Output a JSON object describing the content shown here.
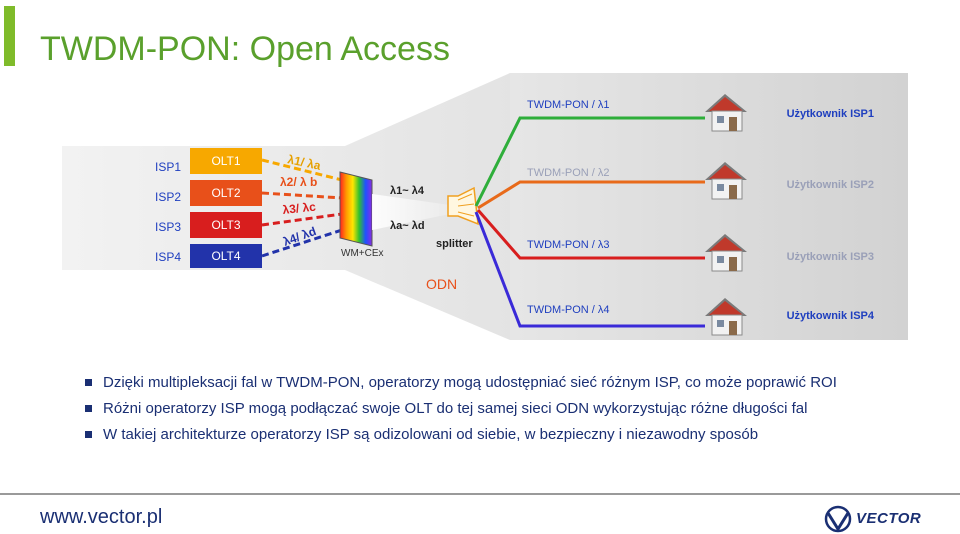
{
  "title": "TWDM-PON: Open Access",
  "diagram": {
    "isp_labels": [
      "ISP1",
      "ISP2",
      "ISP3",
      "ISP4"
    ],
    "olt_labels": [
      "OLT1",
      "OLT2",
      "OLT3",
      "OLT4"
    ],
    "wavelength_labels": [
      "λ1/ λa",
      "λ2/ λ b",
      "λ3/ λc",
      "λ4/ λd"
    ],
    "mux_label": "WM+CEx",
    "trunk_label_top": "λ1~ λ4",
    "trunk_label_bottom": "λa~ λd",
    "splitter_label": "splitter",
    "odn_label": "ODN",
    "pon_labels": [
      "TWDM-PON / λ1",
      "TWDM-PON / λ2",
      "TWDM-PON / λ3",
      "TWDM-PON / λ4"
    ],
    "user_labels": [
      "Użytkownik ISP1",
      "Użytkownik ISP2",
      "Użytkownik ISP3",
      "Użytkownik ISP4"
    ],
    "colors": {
      "isp": "#1f3fbf",
      "olt": [
        "#f7a800",
        "#e8501a",
        "#d81e1e",
        "#2233aa"
      ],
      "lines": [
        "#2eae3a",
        "#e86a1a",
        "#d81e1e",
        "#3a2ad8"
      ],
      "odn": "#e8501a",
      "title": "#5aa02c",
      "text": "#1a2f73"
    }
  },
  "bullets": [
    "Dzięki multipleksacji fal w TWDM-PON, operatorzy mogą udostępniać sieć różnym ISP, co może poprawić ROI",
    "Różni operatorzy ISP mogą podłączać swoje OLT do tej samej sieci ODN wykorzystując różne długości fal",
    "W takiej architekturze operatorzy ISP są odizolowani od siebie, w bezpieczny i niezawodny sposób"
  ],
  "footer": {
    "url": "www.vector.pl",
    "logo_text": "VECTOR"
  }
}
